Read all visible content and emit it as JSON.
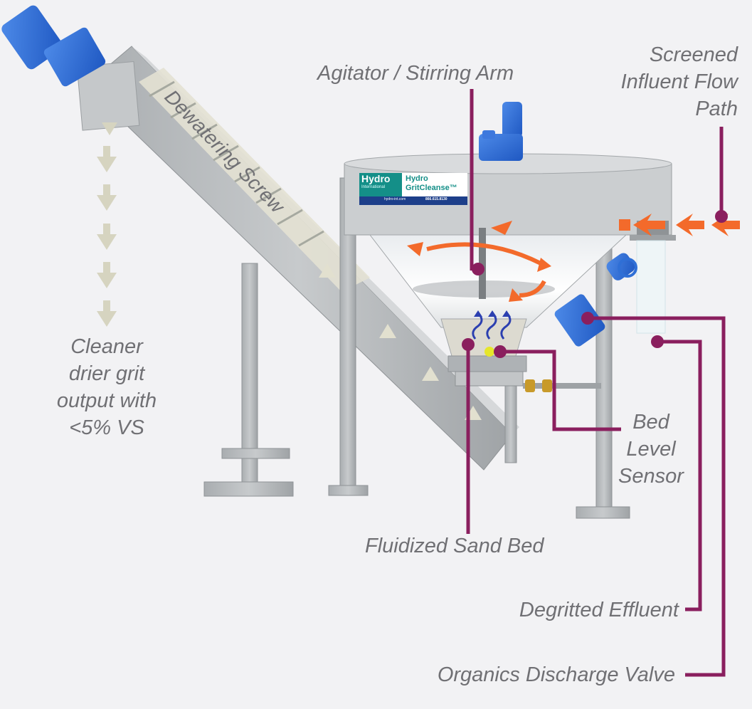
{
  "title": "Hydro GritCleanse grit washing system diagram",
  "brand_plate": {
    "logo_word": "Hydro",
    "logo_sub": "International",
    "product_line1": "Hydro",
    "product_line2": "GritCleanse™",
    "footer_web": "hydro-int.com",
    "footer_phone": "866.615.8130"
  },
  "labels": {
    "dewatering_screw": "Dewatering Screw",
    "agitator": "Agitator / Stirring Arm",
    "influent": [
      "Screened",
      "Influent Flow",
      "Path"
    ],
    "grit_output": [
      "Cleaner",
      "drier grit",
      "output with",
      "<5% VS"
    ],
    "bed_level_sensor": [
      "Bed",
      "Level",
      "Sensor"
    ],
    "fluidized_sand_bed": "Fluidized Sand Bed",
    "degritted_effluent": "Degritted Effluent",
    "organics_valve": "Organics Discharge Valve"
  },
  "colors": {
    "background": "#f2f2f4",
    "callout": "#8a1f5e",
    "label_text": "#707074",
    "steel": "#b9bdc0",
    "motor_blue": "#2f6fd6",
    "flow_arrow": "#f36a2b",
    "grit_arrow": "#d8d6c4",
    "brand_teal": "#148f88",
    "brand_navy": "#1d3f8a"
  }
}
